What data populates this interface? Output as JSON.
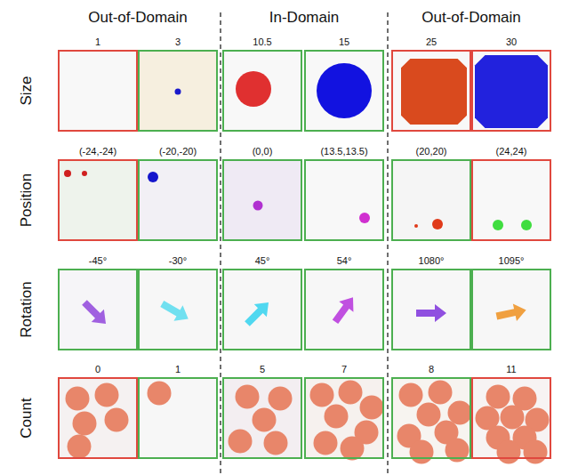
{
  "diagram": {
    "nodes": [
      {
        "text": [
          "1"
        ]
      },
      {
        "text": [
          "3"
        ]
      },
      {
        "text": [
          "10.5"
        ]
      },
      {
        "text": [
          "15"
        ]
      },
      {
        "text": [
          "25"
        ]
      },
      {
        "text": [
          "30"
        ]
      },
      {
        "text": [
          "(-24,-24)"
        ]
      },
      {
        "text": [
          "(-20,-20)"
        ]
      },
      {
        "text": [
          "(0,0)"
        ]
      },
      {
        "text": [
          "(13.5,13.5)"
        ]
      },
      {
        "text": [
          "(20,20)"
        ]
      },
      {
        "text": [
          "(24,24)"
        ]
      },
      {
        "text": [
          "-45°"
        ]
      },
      {
        "text": [
          "-30°"
        ]
      },
      {
        "text": [
          "45°"
        ]
      },
      {
        "text": [
          "54°"
        ]
      },
      {
        "text": [
          "1080°"
        ]
      },
      {
        "text": [
          "1095°"
        ]
      },
      {
        "text": [
          "0"
        ]
      },
      {
        "text": [
          "1"
        ]
      },
      {
        "text": [
          "5"
        ]
      },
      {
        "text": [
          "7"
        ]
      },
      {
        "text": [
          "8"
        ]
      },
      {
        "text": [
          "11"
        ]
      }
    ],
    "labels": [
      "Out-of-Domain",
      "In-Domain",
      "Out-of-Domain",
      "Size",
      "Position",
      "Rotation",
      "Count"
    ]
  }
}
